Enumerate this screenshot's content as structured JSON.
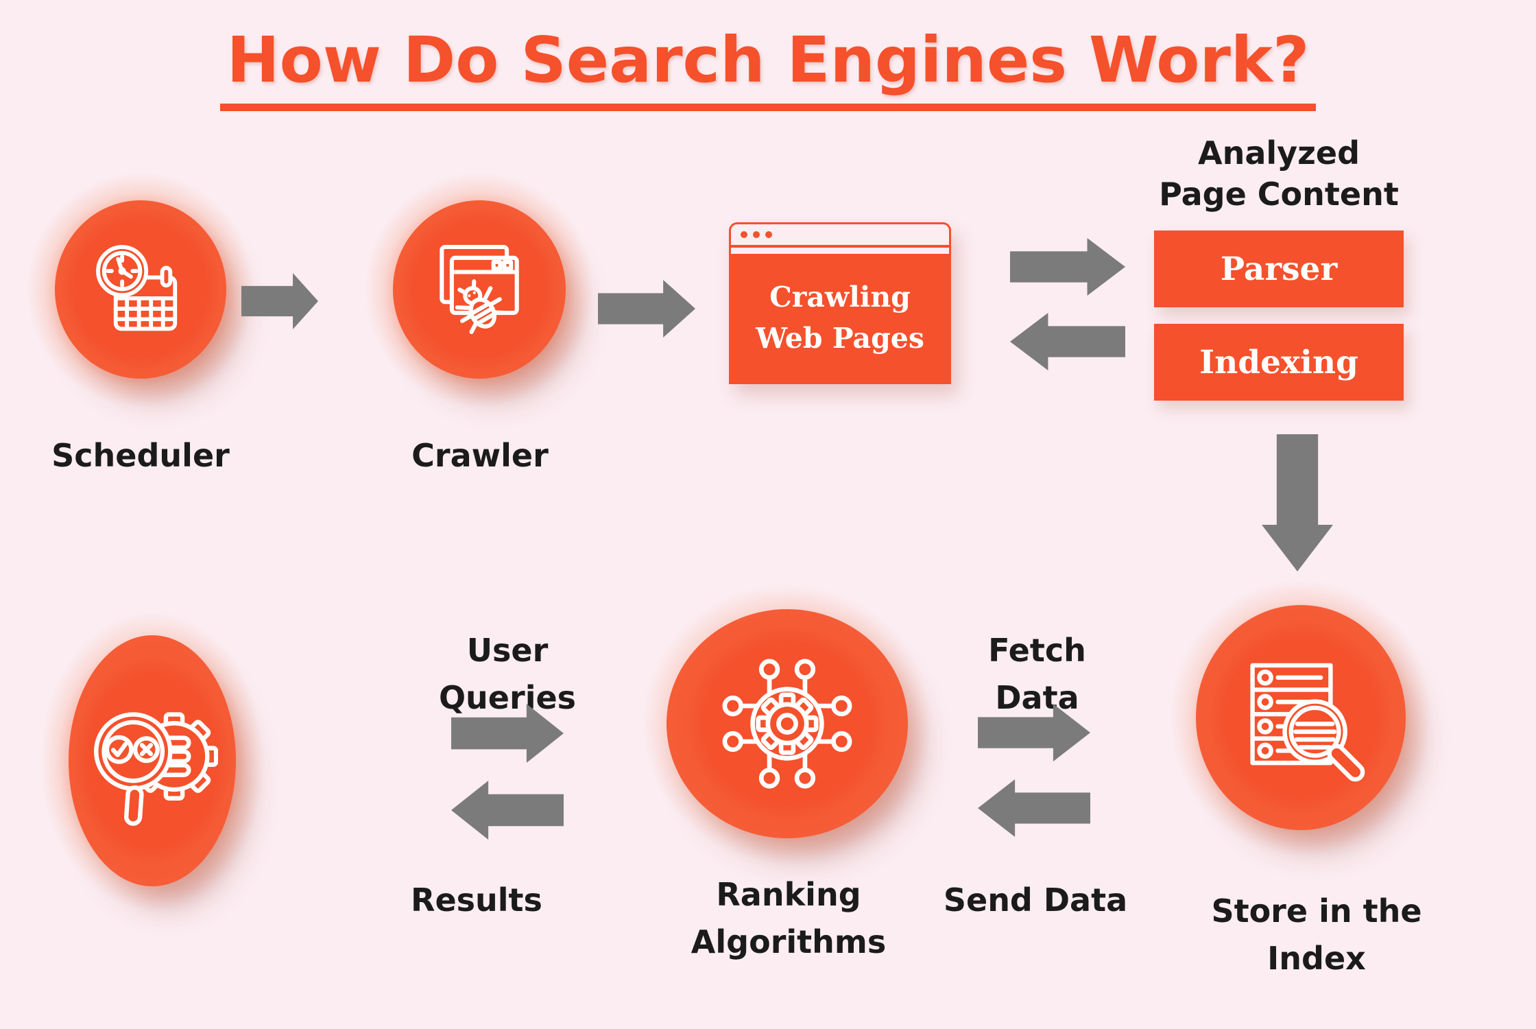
{
  "title": "How Do Search Engines Work?",
  "colors": {
    "accent_orange": "#F4512C",
    "background_pink": "#FBEDF2",
    "arrow_gray": "#7B7B7B",
    "label_black": "#1B1B1B",
    "icon_white": "#FFFFFF"
  },
  "top_flow": {
    "scheduler": {
      "label": "Scheduler",
      "icon": "clock-calendar-icon"
    },
    "crawler": {
      "label": "Crawler",
      "icon": "browser-bug-icon"
    },
    "crawling_box": {
      "lines": [
        "Crawling",
        "Web Pages"
      ],
      "icon": "browser-window-dots-icon"
    },
    "analyzed_page_content": {
      "lines": [
        "Analyzed",
        "Page Content"
      ]
    },
    "parser": {
      "label": "Parser"
    },
    "indexing": {
      "label": "Indexing"
    }
  },
  "bottom_flow": {
    "results_node": {
      "icon": "magnifier-check-cross-gear-icon"
    },
    "ranking_node": {
      "lines": [
        "Ranking",
        "Algorithms"
      ],
      "icon": "gear-network-icon"
    },
    "store_node": {
      "lines": [
        "Store in the",
        "Index"
      ],
      "icon": "index-database-magnifier-icon"
    },
    "user_queries_label": "User Queries",
    "results_label": "Results",
    "fetch_data_label": "Fetch Data",
    "send_data_label": "Send Data"
  }
}
